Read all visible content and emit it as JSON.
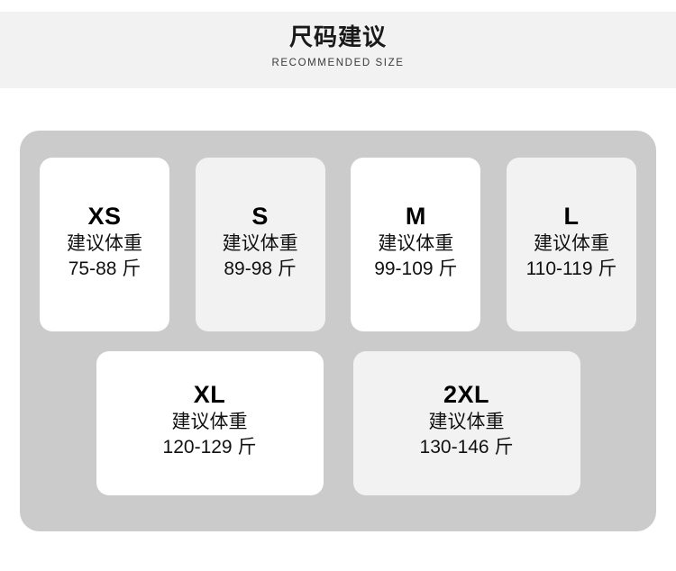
{
  "header": {
    "title": "尺码建议",
    "subtitle": "RECOMMENDED SIZE"
  },
  "panel": {
    "background_color": "#cbcbcb",
    "card_white": "#ffffff",
    "card_gray": "#f2f2f2"
  },
  "sizes": {
    "top_row": [
      {
        "size": "XS",
        "weight_label": "建议体重",
        "weight_range": "75-88 斤",
        "tone": "white"
      },
      {
        "size": "S",
        "weight_label": "建议体重",
        "weight_range": "89-98 斤",
        "tone": "gray"
      },
      {
        "size": "M",
        "weight_label": "建议体重",
        "weight_range": "99-109 斤",
        "tone": "white"
      },
      {
        "size": "L",
        "weight_label": "建议体重",
        "weight_range": "110-119 斤",
        "tone": "gray"
      }
    ],
    "bottom_row": [
      {
        "size": "XL",
        "weight_label": "建议体重",
        "weight_range": "120-129 斤",
        "tone": "white"
      },
      {
        "size": "2XL",
        "weight_label": "建议体重",
        "weight_range": "130-146 斤",
        "tone": "gray"
      }
    ]
  }
}
